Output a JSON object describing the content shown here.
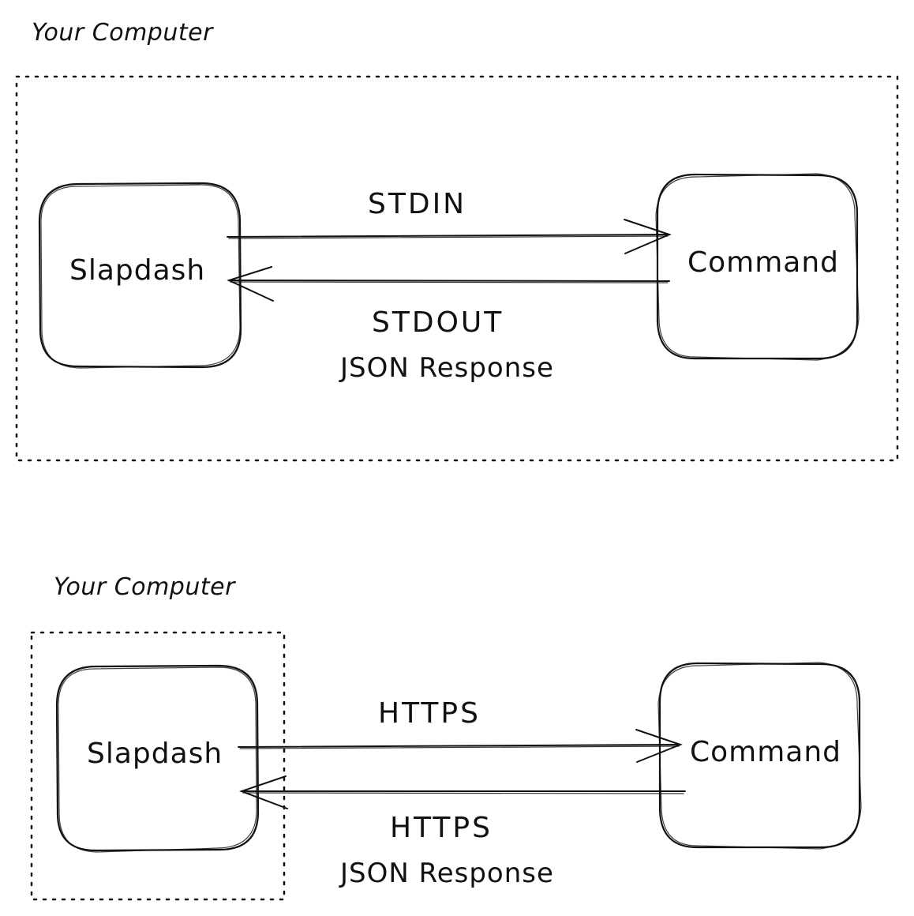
{
  "diagrams": [
    {
      "title": "Your Computer",
      "source_node": "Slapdash",
      "target_node": "Command",
      "request_label": "STDIN",
      "response_label": "STDOUT",
      "response_sublabel": "JSON Response"
    },
    {
      "title": "Your Computer",
      "source_node": "Slapdash",
      "target_node": "Command",
      "request_label": "HTTPS",
      "response_label": "HTTPS",
      "response_sublabel": "JSON Response"
    }
  ],
  "colors": {
    "stroke": "#111111",
    "background": "#ffffff"
  }
}
